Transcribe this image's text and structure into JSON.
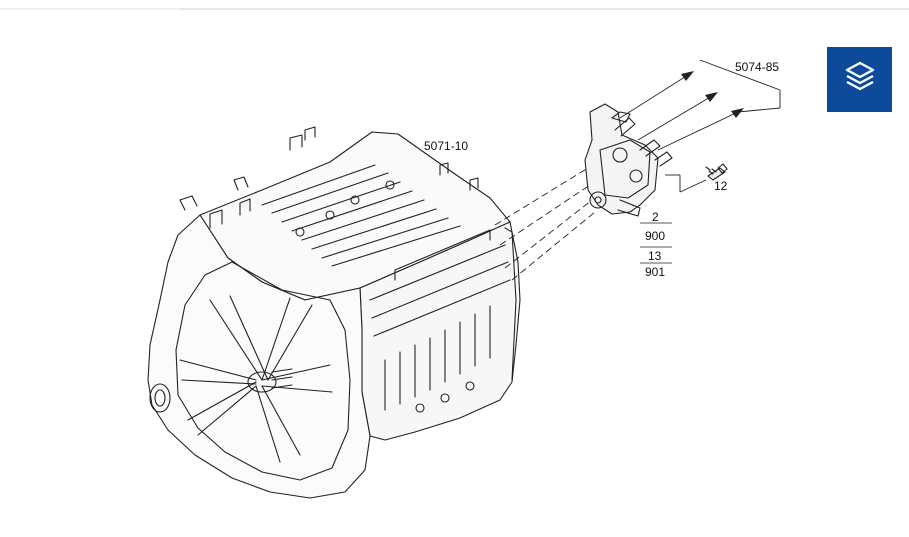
{
  "callouts": {
    "main_assembly": "5071-10",
    "valve_group": "5074-85",
    "bolt": "12",
    "frac_a_top": "2",
    "frac_a_bottom": "900",
    "frac_b_top": "13",
    "frac_b_bottom": "901"
  },
  "layers_button": {
    "icon": "layers-icon",
    "color": "#0d4a9a"
  }
}
